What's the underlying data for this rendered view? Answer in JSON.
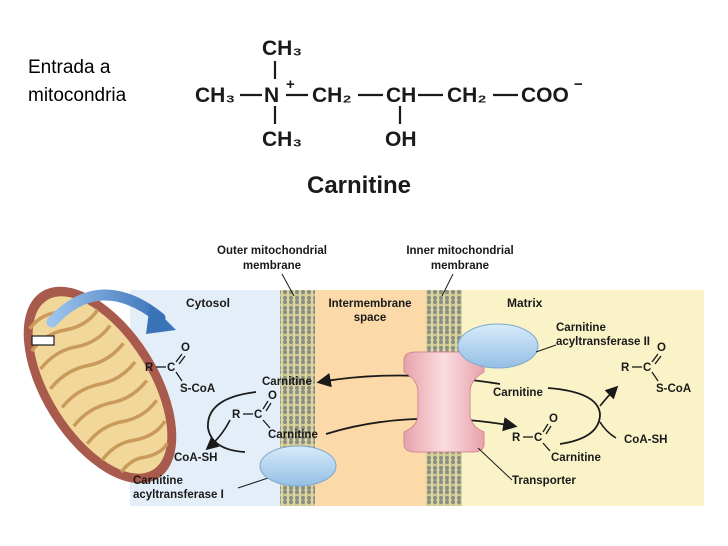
{
  "page_title": {
    "line1": "Entrada a",
    "line2": "mitocondria"
  },
  "structure": {
    "name": "Carnitine",
    "top_methyl": "CH₃",
    "left_methyl": "CH₃",
    "nitrogen": "N",
    "charge_plus": "+",
    "ch2_a": "CH₂",
    "ch": "CH",
    "ch2_b": "CH₂",
    "coo": "COO",
    "charge_minus": "−",
    "bottom_methyl": "CH₃",
    "hydroxyl": "OH"
  },
  "membranes": {
    "outer": [
      "Outer mitochondrial",
      "membrane"
    ],
    "inner": [
      "Inner mitochondrial",
      "membrane"
    ]
  },
  "compartments": {
    "cytosol": "Cytosol",
    "intermembrane": [
      "Intermembrane",
      "space"
    ],
    "matrix": "Matrix"
  },
  "cytosol_side": {
    "r": "R",
    "c": "C",
    "o": "O",
    "s_coa": "S-CoA",
    "coa_sh": "CoA-SH",
    "enzyme": [
      "Carnitine",
      "acyltransferase I"
    ]
  },
  "outer_labels": {
    "carnitine_top": "Carnitine",
    "acyl_r": "R",
    "acyl_c": "C",
    "acyl_o": "O",
    "carnitine_bottom": "Carnitine"
  },
  "matrix_side": {
    "enzyme": [
      "Carnitine",
      "acyltransferase II"
    ],
    "carnitine_top": "Carnitine",
    "acyl_r": "R",
    "acyl_c": "C",
    "acyl_o": "O",
    "carnitine_bottom": "Carnitine",
    "r": "R",
    "c": "C",
    "o": "O",
    "s_coa": "S-CoA",
    "coa_sh": "CoA-SH",
    "transporter": "Transporter"
  },
  "colors": {
    "cytosol_bg": "#e4eef8",
    "intermembrane_bg": "#fbd9a8",
    "matrix_bg": "#fbf3c8",
    "membrane_fill": "#d8d39a",
    "membrane_head": "#8a8f86",
    "enzyme_blue": "#bcd9f0",
    "transporter_pink": "#f5c3c8",
    "arrow_blue": "#6fa2d6"
  }
}
